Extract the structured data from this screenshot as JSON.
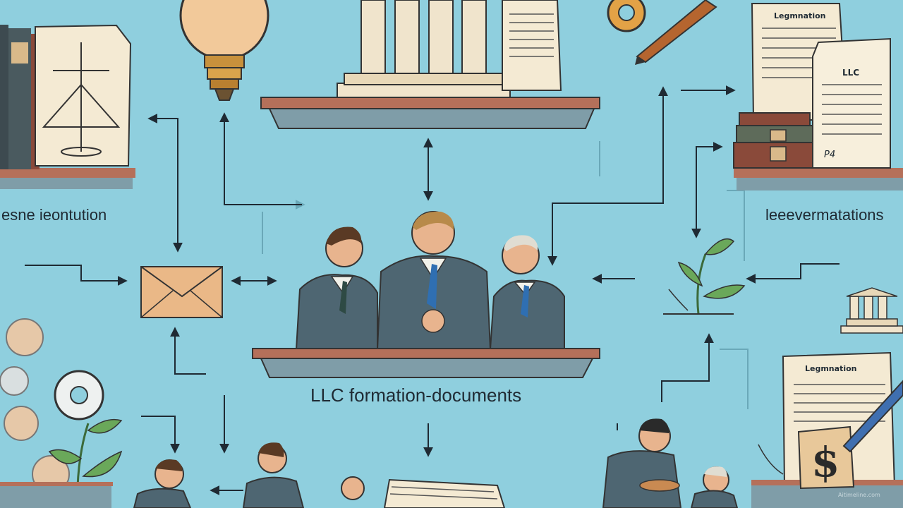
{
  "labels": {
    "main": "LLC formation-documents",
    "left": "esne ieontution",
    "right": "leeevermatations"
  },
  "documents": {
    "top_right_heading": "Legmnation",
    "llc_tag": "LLC",
    "signature": "P4",
    "bottom_right_heading": "Legmnation"
  },
  "watermark": "Aitimeline.com",
  "colors": {
    "background": "#8fcfde",
    "shelf_top": "#b5705a",
    "shelf_body": "#7f9da8",
    "suit": "#4e6672",
    "arrow": "#1f2a33"
  },
  "icons": [
    "lightbulb-icon",
    "columns-icon",
    "pen-icon",
    "gear-icon",
    "envelope-icon",
    "plant-icon",
    "dollar-icon"
  ]
}
